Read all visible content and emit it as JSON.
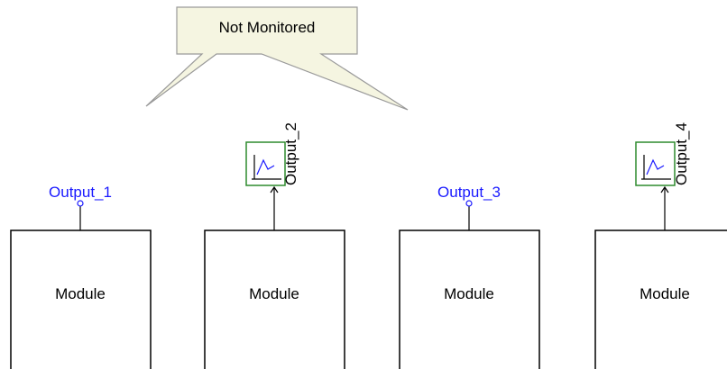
{
  "callout": {
    "text": "Not Monitored"
  },
  "modules": [
    {
      "label": "Module",
      "output": "Output_1",
      "monitored": false
    },
    {
      "label": "Module",
      "output": "Output_2",
      "monitored": true
    },
    {
      "label": "Module",
      "output": "Output_3",
      "monitored": false
    },
    {
      "label": "Module",
      "output": "Output_4",
      "monitored": true
    }
  ],
  "colors": {
    "unmonitored_label": "#1a1aff",
    "monitor_box": "#2e8b2e",
    "callout_fill": "#f5f5e1",
    "callout_stroke": "#9a9a9a",
    "line": "#000000"
  }
}
